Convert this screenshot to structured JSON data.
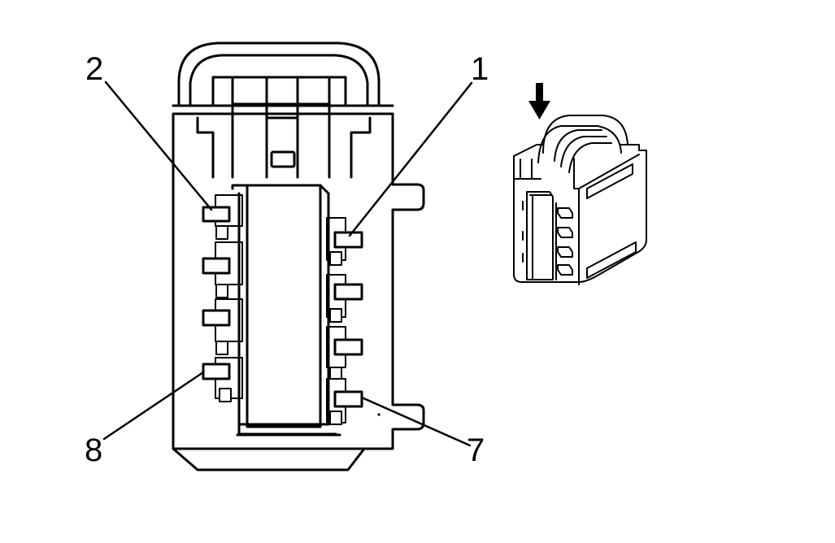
{
  "pin_labels": {
    "pin_1": "1",
    "pin_2": "2",
    "pin_7": "7",
    "pin_8": "8"
  },
  "colors": {
    "line": "#000000",
    "background": "#ffffff"
  },
  "icons": {
    "insertion_arrow": "arrow-down-icon"
  }
}
